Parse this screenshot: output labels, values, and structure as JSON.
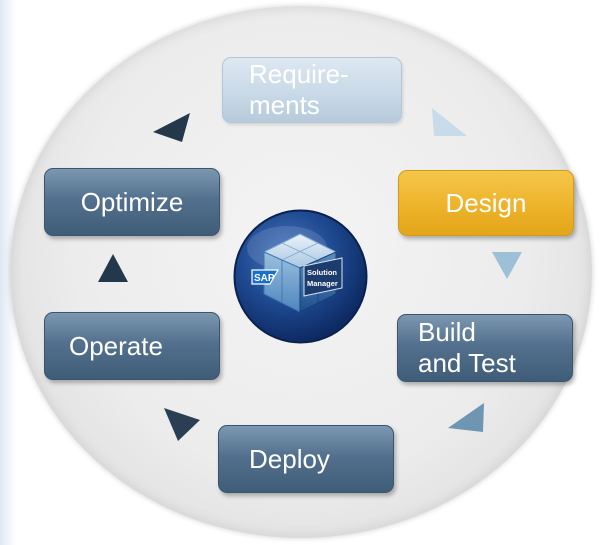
{
  "diagram": {
    "center": {
      "logo_text": "SAP",
      "badge_line1": "Solution",
      "badge_line2": "Manager"
    },
    "steps": [
      {
        "id": "requirements",
        "label": "Require-\nments",
        "state": "faded"
      },
      {
        "id": "design",
        "label": "Design",
        "state": "highlighted"
      },
      {
        "id": "build",
        "label": "Build\nand Test",
        "state": "normal"
      },
      {
        "id": "deploy",
        "label": "Deploy",
        "state": "normal"
      },
      {
        "id": "operate",
        "label": "Operate",
        "state": "normal"
      },
      {
        "id": "optimize",
        "label": "Optimize",
        "state": "normal"
      }
    ],
    "colors": {
      "highlight": "#eeb32a",
      "step_dark": "#53718e",
      "step_faded": "#c9d9e7",
      "hub": "#173c80"
    }
  }
}
